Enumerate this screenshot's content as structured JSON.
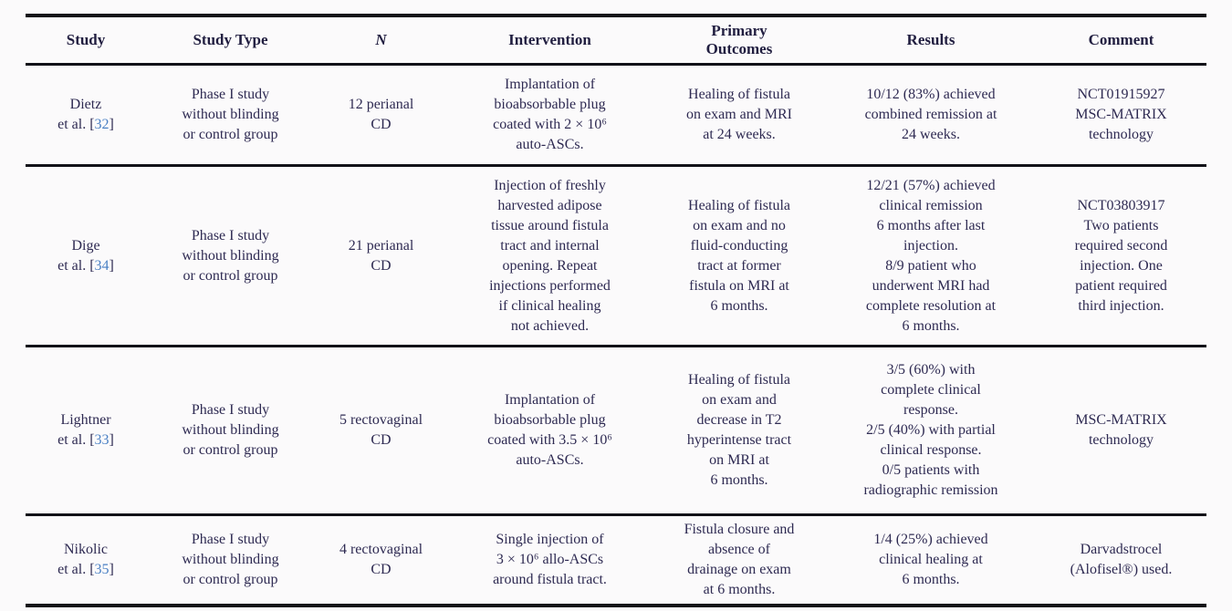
{
  "page": {
    "background_color": "#fbfafb",
    "text_color": "#2e2a52",
    "rule_color": "#121218",
    "citation_link_color": "#4a80c4"
  },
  "table": {
    "headers": [
      {
        "label": "Study"
      },
      {
        "label": "Study Type"
      },
      {
        "label": "N",
        "italic": true
      },
      {
        "label": "Intervention"
      },
      {
        "label": "Primary\nOutcomes"
      },
      {
        "label": "Results"
      },
      {
        "label": "Comment"
      }
    ],
    "rows": [
      {
        "study": {
          "name": "Dietz",
          "citation_prefix": "et al. [",
          "ref": "32",
          "citation_suffix": "]"
        },
        "study_type": "Phase I study\nwithout blinding\nor control group",
        "n": "12 perianal\nCD",
        "intervention": "Implantation of\nbioabsorbable plug\ncoated with 2 × 10⁶\nauto-ASCs.",
        "primary_outcomes": "Healing of fistula\non exam and MRI\nat 24 weeks.",
        "results": "10/12 (83%) achieved\ncombined remission at\n24 weeks.",
        "comment": "NCT01915927\nMSC-MATRIX\ntechnology"
      },
      {
        "study": {
          "name": "Dige",
          "citation_prefix": "et al. [",
          "ref": "34",
          "citation_suffix": "]"
        },
        "study_type": "Phase I study\nwithout blinding\nor control group",
        "n": "21 perianal\nCD",
        "intervention": "Injection of freshly\nharvested adipose\ntissue around fistula\ntract and internal\nopening. Repeat\ninjections performed\nif clinical healing\nnot achieved.",
        "primary_outcomes": "Healing of fistula\non exam and no\nfluid-conducting\ntract at former\nfistula on MRI at\n6 months.",
        "results": "12/21 (57%) achieved\nclinical remission\n6 months after last\ninjection.\n8/9 patient who\nunderwent MRI had\ncomplete resolution at\n6 months.",
        "comment": "NCT03803917\nTwo patients\nrequired second\ninjection. One\npatient required\nthird injection."
      },
      {
        "study": {
          "name": "Lightner",
          "citation_prefix": "et al. [",
          "ref": "33",
          "citation_suffix": "]"
        },
        "study_type": "Phase I study\nwithout blinding\nor control group",
        "n": "5 rectovaginal\nCD",
        "intervention": "Implantation of\nbioabsorbable plug\ncoated with 3.5 × 10⁶\nauto-ASCs.",
        "primary_outcomes": "Healing of fistula\non exam and\ndecrease in T2\nhyperintense tract\non MRI at\n6 months.",
        "results": "3/5 (60%) with\ncomplete clinical\nresponse.\n2/5 (40%) with partial\nclinical response.\n0/5 patients with\nradiographic remission",
        "comment": "MSC-MATRIX\ntechnology"
      },
      {
        "study": {
          "name": "Nikolic",
          "citation_prefix": "et al. [",
          "ref": "35",
          "citation_suffix": "]"
        },
        "study_type": "Phase I study\nwithout blinding\nor control group",
        "n": "4 rectovaginal\nCD",
        "intervention": "Single injection of\n3 × 10⁶ allo-ASCs\naround fistula tract.",
        "primary_outcomes": "Fistula closure and\nabsence of\ndrainage on exam\nat 6 months.",
        "results": "1/4 (25%) achieved\nclinical healing at\n6 months.",
        "comment": "Darvadstrocel\n(Alofisel®) used."
      }
    ]
  }
}
